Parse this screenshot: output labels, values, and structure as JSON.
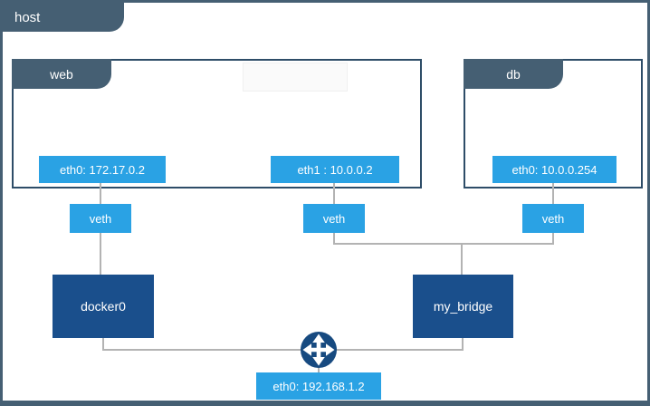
{
  "host": {
    "label": "host",
    "interface_badge": "eth0: 192.168.1.2"
  },
  "containers": {
    "web": {
      "label": "web",
      "interfaces": [
        "eth0: 172.17.0.2",
        "eth1 : 10.0.0.2"
      ]
    },
    "db": {
      "label": "db",
      "interfaces": [
        "eth0: 10.0.0.254"
      ]
    }
  },
  "veth_label": "veth",
  "bridges": [
    "docker0",
    "my_bridge"
  ],
  "icons": {
    "router": "router-icon-4-way-arrows"
  },
  "colors": {
    "slate_tab": "#455f73",
    "container_border": "#2e4d68",
    "azure_badge": "#2aa2e4",
    "navy_bridge": "#1a4f8c",
    "navy_router": "#174a80",
    "connector_line": "#b3b3b3"
  }
}
